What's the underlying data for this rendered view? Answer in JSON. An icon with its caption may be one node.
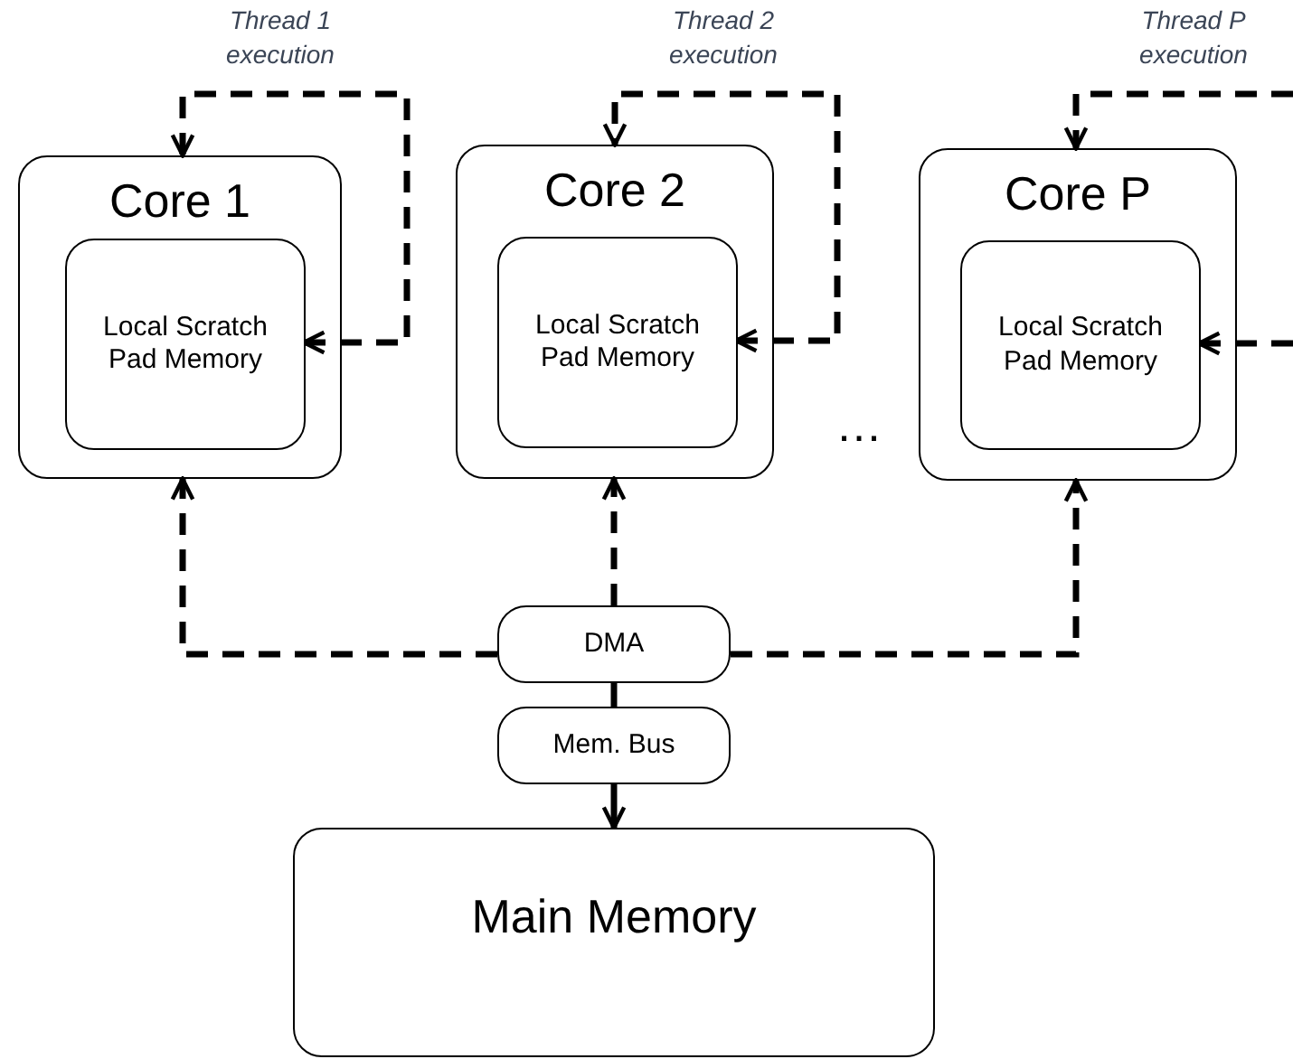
{
  "diagram": {
    "nodes": [
      {
        "text": [
          "Core 1"
        ]
      },
      {
        "text": [
          "Local Scratch Pad Memory"
        ],
        "in": 0
      },
      {
        "text": [
          "Core 2"
        ]
      },
      {
        "text": [
          "Local Scratch Pad Memory"
        ],
        "in": 2
      },
      {
        "text": [
          "Core P"
        ]
      },
      {
        "text": [
          "Local Scratch Pad Memory"
        ],
        "in": 4
      },
      {
        "text": [
          "DMA"
        ]
      },
      {
        "text": [
          "Mem. Bus"
        ]
      },
      {
        "text": [
          "Main Memory"
        ]
      }
    ],
    "edges": [
      {
        "from": 1,
        "to": 0,
        "arrow": "both",
        "style": "dashed",
        "label": "Thread 1 execution"
      },
      {
        "from": 3,
        "to": 2,
        "arrow": "both",
        "style": "dashed",
        "label": "Thread 2 execution"
      },
      {
        "from": 5,
        "to": 4,
        "arrow": "both",
        "style": "dashed",
        "label": "Thread P execution"
      },
      {
        "from": 6,
        "to": 0,
        "arrow": "to",
        "style": "dashed"
      },
      {
        "from": 6,
        "to": 2,
        "arrow": "to",
        "style": "dashed"
      },
      {
        "from": 6,
        "to": 4,
        "arrow": "to",
        "style": "dashed"
      },
      {
        "from": 6,
        "to": 7,
        "arrow": "none"
      },
      {
        "from": 7,
        "to": 8,
        "arrow": "to"
      }
    ],
    "labels": [
      "…"
    ]
  }
}
